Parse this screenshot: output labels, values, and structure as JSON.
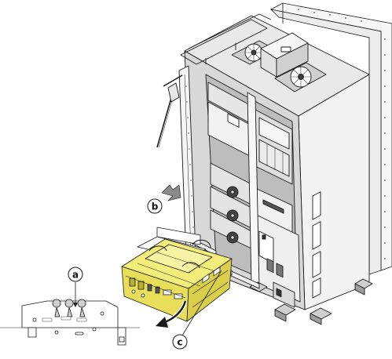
{
  "callouts": {
    "a": "a",
    "b": "b",
    "c": "c"
  },
  "colors": {
    "line": "#1a1a1a",
    "module_fill": "#f2ec7a",
    "module_shade": "#d9cf4a",
    "cabinet_light": "#f4f4f4",
    "cabinet_mid": "#dcdcdc",
    "cabinet_dark": "#9a9a9a",
    "arrow_gray": "#8a8a8a"
  },
  "icons": {
    "rotation_arrow": "curved-rotation-arrow-icon",
    "push_arrow": "push-direction-arrow-icon"
  }
}
